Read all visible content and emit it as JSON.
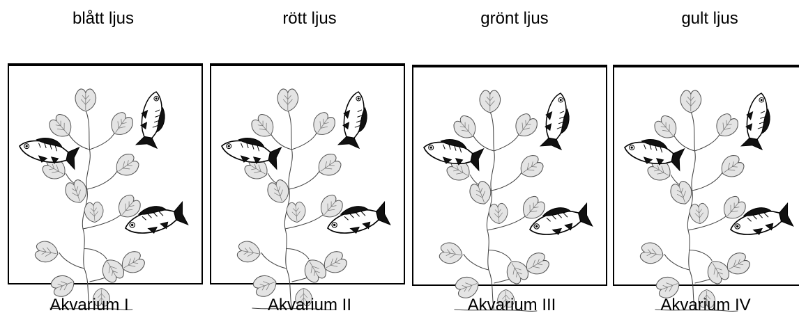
{
  "aquariums": [
    {
      "light_label": "blått ljus",
      "tank_label": "Akvarium I"
    },
    {
      "light_label": "rött ljus",
      "tank_label": "Akvarium II"
    },
    {
      "light_label": "grönt ljus",
      "tank_label": "Akvarium III"
    },
    {
      "light_label": "gult ljus",
      "tank_label": "Akvarium IV"
    }
  ]
}
